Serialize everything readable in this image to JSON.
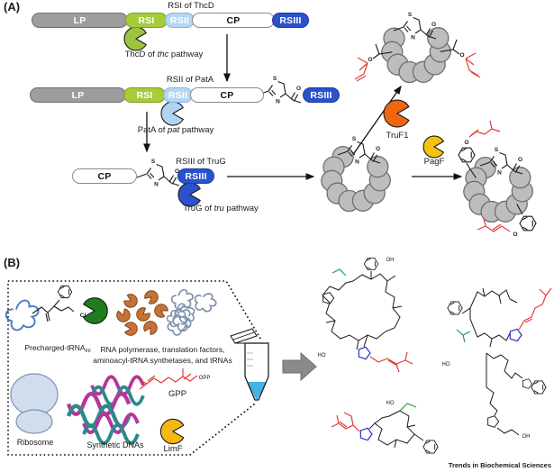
{
  "figure": {
    "panel_a_label": "(A)",
    "panel_b_label": "(B)"
  },
  "panelA": {
    "segments": {
      "lp": "LP",
      "rsi": "RSI",
      "rsii": "RSII",
      "cp": "CP",
      "rsiii": "RSIII"
    },
    "row1": {
      "title": "RSI of ThcD",
      "caption_prefix": "ThcD of ",
      "caption_italic": "thc",
      "caption_suffix": " pathway"
    },
    "row2": {
      "title": "RSII of PatA",
      "caption_prefix": "PatA of ",
      "caption_italic": "pat",
      "caption_suffix": " pathway"
    },
    "row3": {
      "title": "RSIII of TruG",
      "caption_prefix": "TruG of ",
      "caption_italic": "tru",
      "caption_suffix": " pathway"
    },
    "enzymes": {
      "truf1": "TruF1",
      "pagf": "PagF"
    }
  },
  "panelB": {
    "precharged_label": "Precharged-tRNA",
    "precharged_sub": "ini",
    "mix_line1": "RNA polymerase, translation factors,",
    "mix_line2": "aminoacyl-tRNA synthetases, and tRNAs",
    "ribosome_label": "Ribosome",
    "dna_label": "Synthetic DNAs",
    "gpp_label": "GPP",
    "opp_label": "OPP",
    "limf_label": "LimF"
  },
  "atoms": {
    "s": "S",
    "n": "N",
    "o": "O",
    "cl": "Cl",
    "ho": "HO",
    "oh": "OH"
  },
  "footer": {
    "credit": "Trends in Biochemical Sciences"
  },
  "colors": {
    "lp_gray": "#9d9d9d",
    "rsi_green": "#a5cd39",
    "rsii_lightblue": "#b5d7f2",
    "rsiii_blue": "#2a52cc",
    "thcd_green": "#9bc53d",
    "pata_lightblue": "#aed4f2",
    "trug_blue": "#2a52cc",
    "truf1_orange": "#f06511",
    "pagf_yellow": "#f5c211",
    "limf_yellow": "#f5b811",
    "rnapol_green": "#1e7d1e",
    "factor_brown": "#c87137",
    "bead_gray": "#bdbdbd",
    "prenyl_red": "#e03c32",
    "trna_blue_gray": "#7d92ad",
    "dna_magenta": "#b5379b",
    "dna_teal": "#2e8a8a",
    "liquid_blue": "#42b3e5"
  }
}
